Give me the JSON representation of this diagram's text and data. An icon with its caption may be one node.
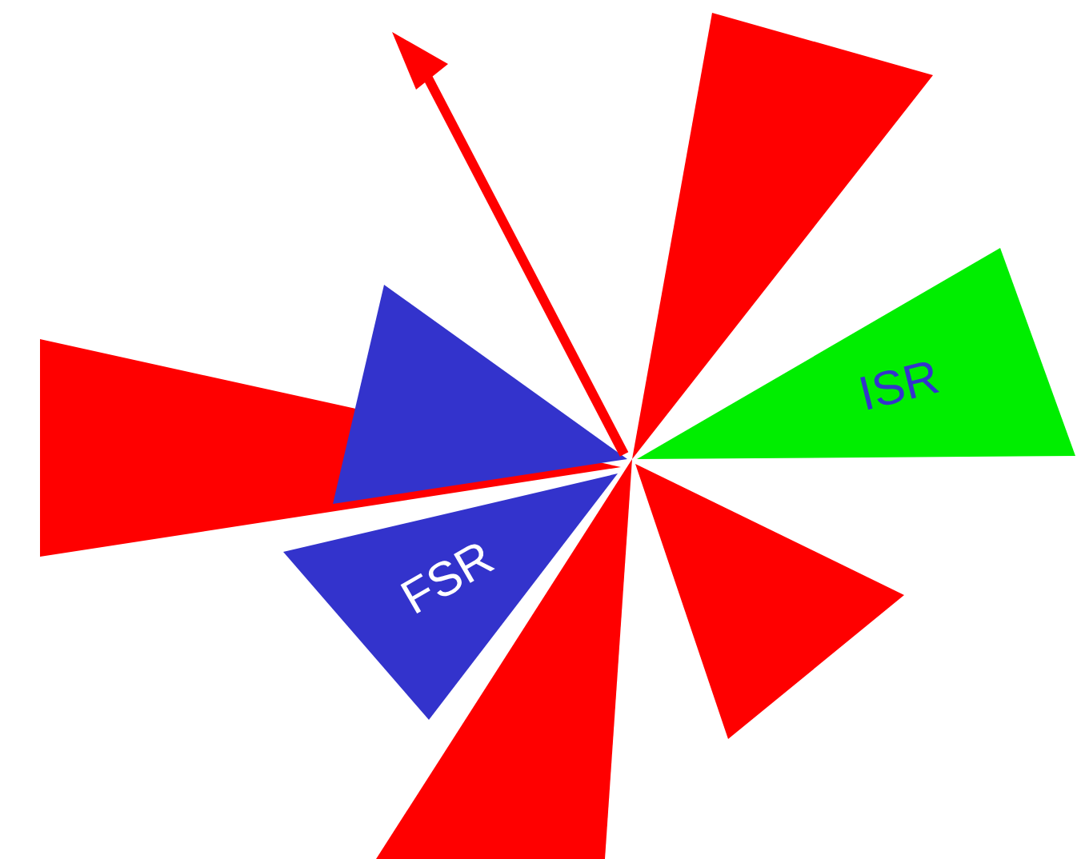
{
  "diagram": {
    "nodes": [
      {
        "text": [],
        "shape": "triangle"
      },
      {
        "text": [
          "ISR"
        ]
      },
      {
        "text": [],
        "shape": "triangle"
      },
      {
        "text": [],
        "shape": "triangle"
      },
      {
        "text": [
          "FSR"
        ]
      },
      {
        "text": [],
        "shape": "triangle"
      },
      {
        "text": [],
        "shape": "triangle"
      }
    ],
    "edges": []
  }
}
